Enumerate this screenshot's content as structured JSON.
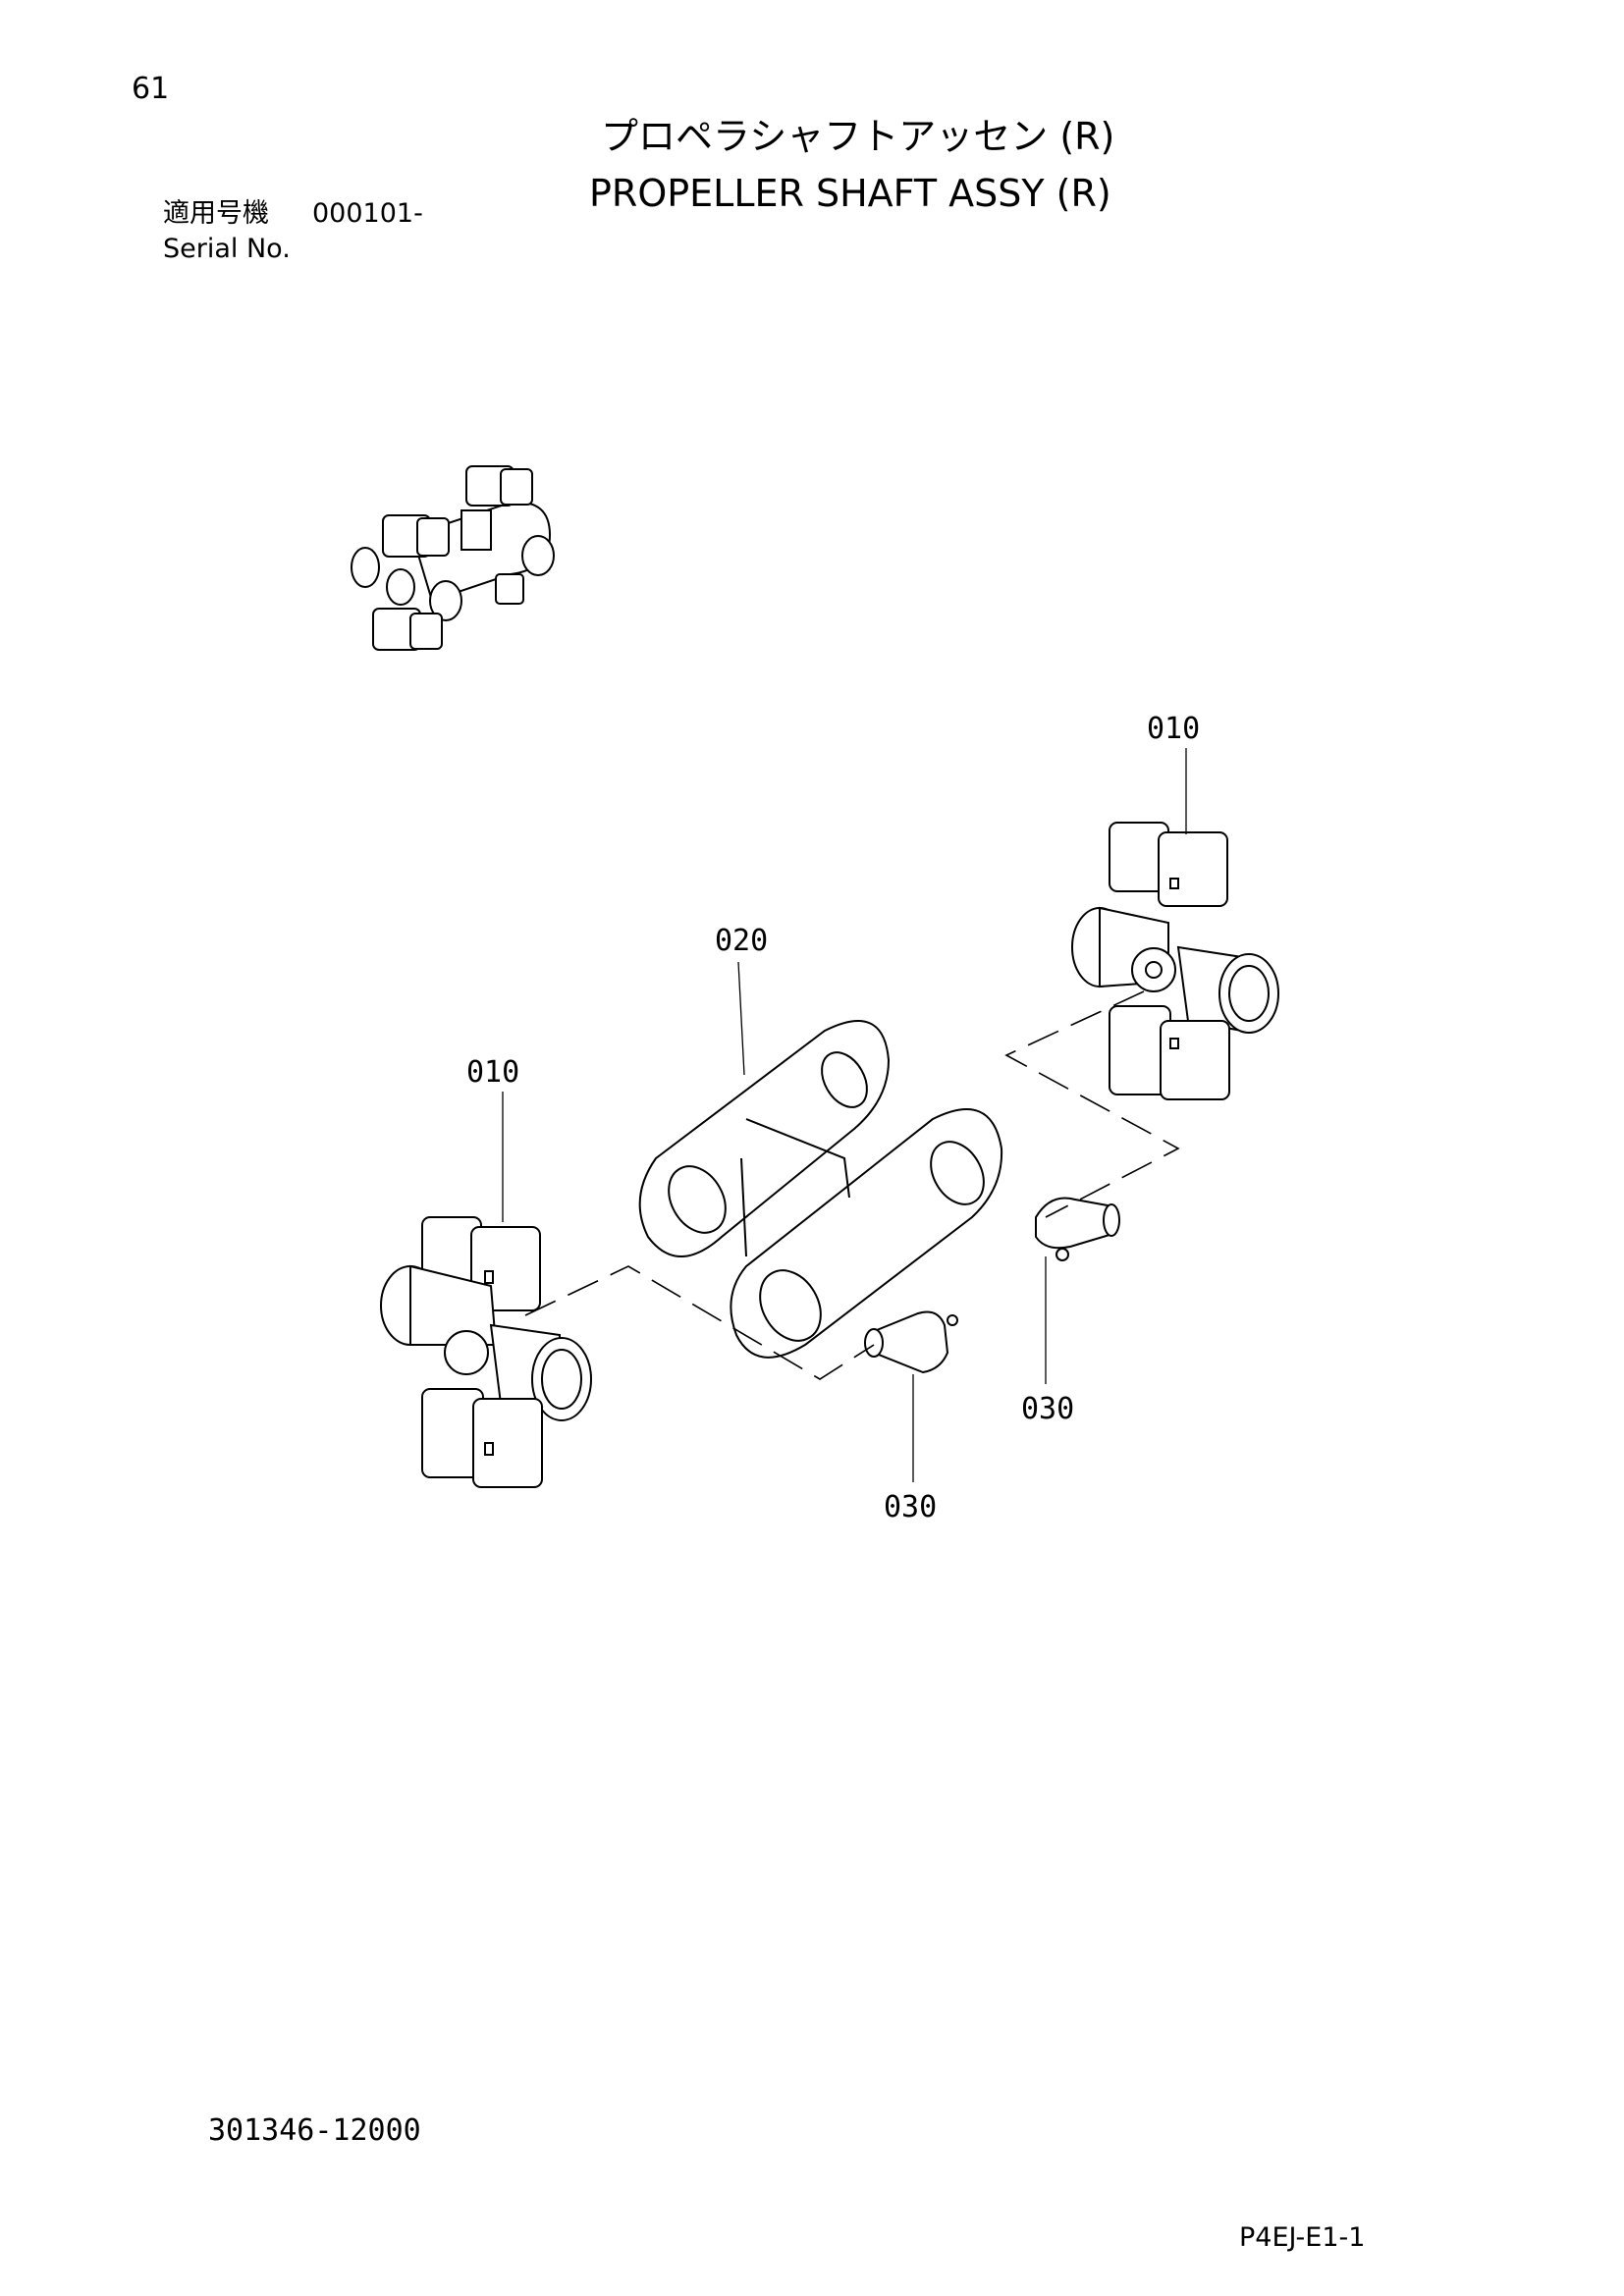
{
  "page_number": "61",
  "title_ja": "プロペラシャフトアッセン (R)",
  "title_en": "PROPELLER SHAFT ASSY (R)",
  "serial": {
    "label_ja": "適用号機",
    "value": "000101-",
    "label_en": "Serial No."
  },
  "callouts": {
    "c010_right": "010",
    "c020": "020",
    "c010_left": "010",
    "c030_right": "030",
    "c030_left": "030"
  },
  "part_number": "301346-12000",
  "page_code": "P4EJ-E1-1"
}
